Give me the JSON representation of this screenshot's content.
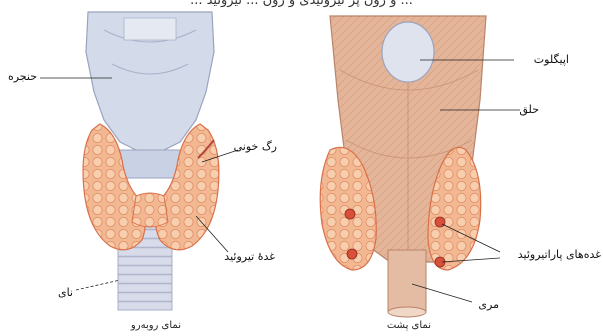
{
  "top_text": "... و رون پر تیروئیدی و رون ... تیروئید ...",
  "left_figure": {
    "caption": "نمای روبه‌رو",
    "labels": {
      "larynx": "حنجره",
      "blood_vessel": "رگ خونی",
      "thyroid_gland": "غدهٔ تیروئید",
      "trachea": "نای"
    }
  },
  "right_figure": {
    "caption": "نمای پشت",
    "labels": {
      "epiglottis": "اپیگلوت",
      "pharynx": "حلق",
      "parathyroid_glands": "غده‌های پاراتیروئید",
      "esophagus": "مری"
    }
  },
  "colors": {
    "thyroid": "#f0b08a",
    "thyroid_edge": "#d9704a",
    "cartilage": "#cfd6e6",
    "pharynx_muscle": "#e6b79a",
    "parathyroid": "#d9503a"
  }
}
